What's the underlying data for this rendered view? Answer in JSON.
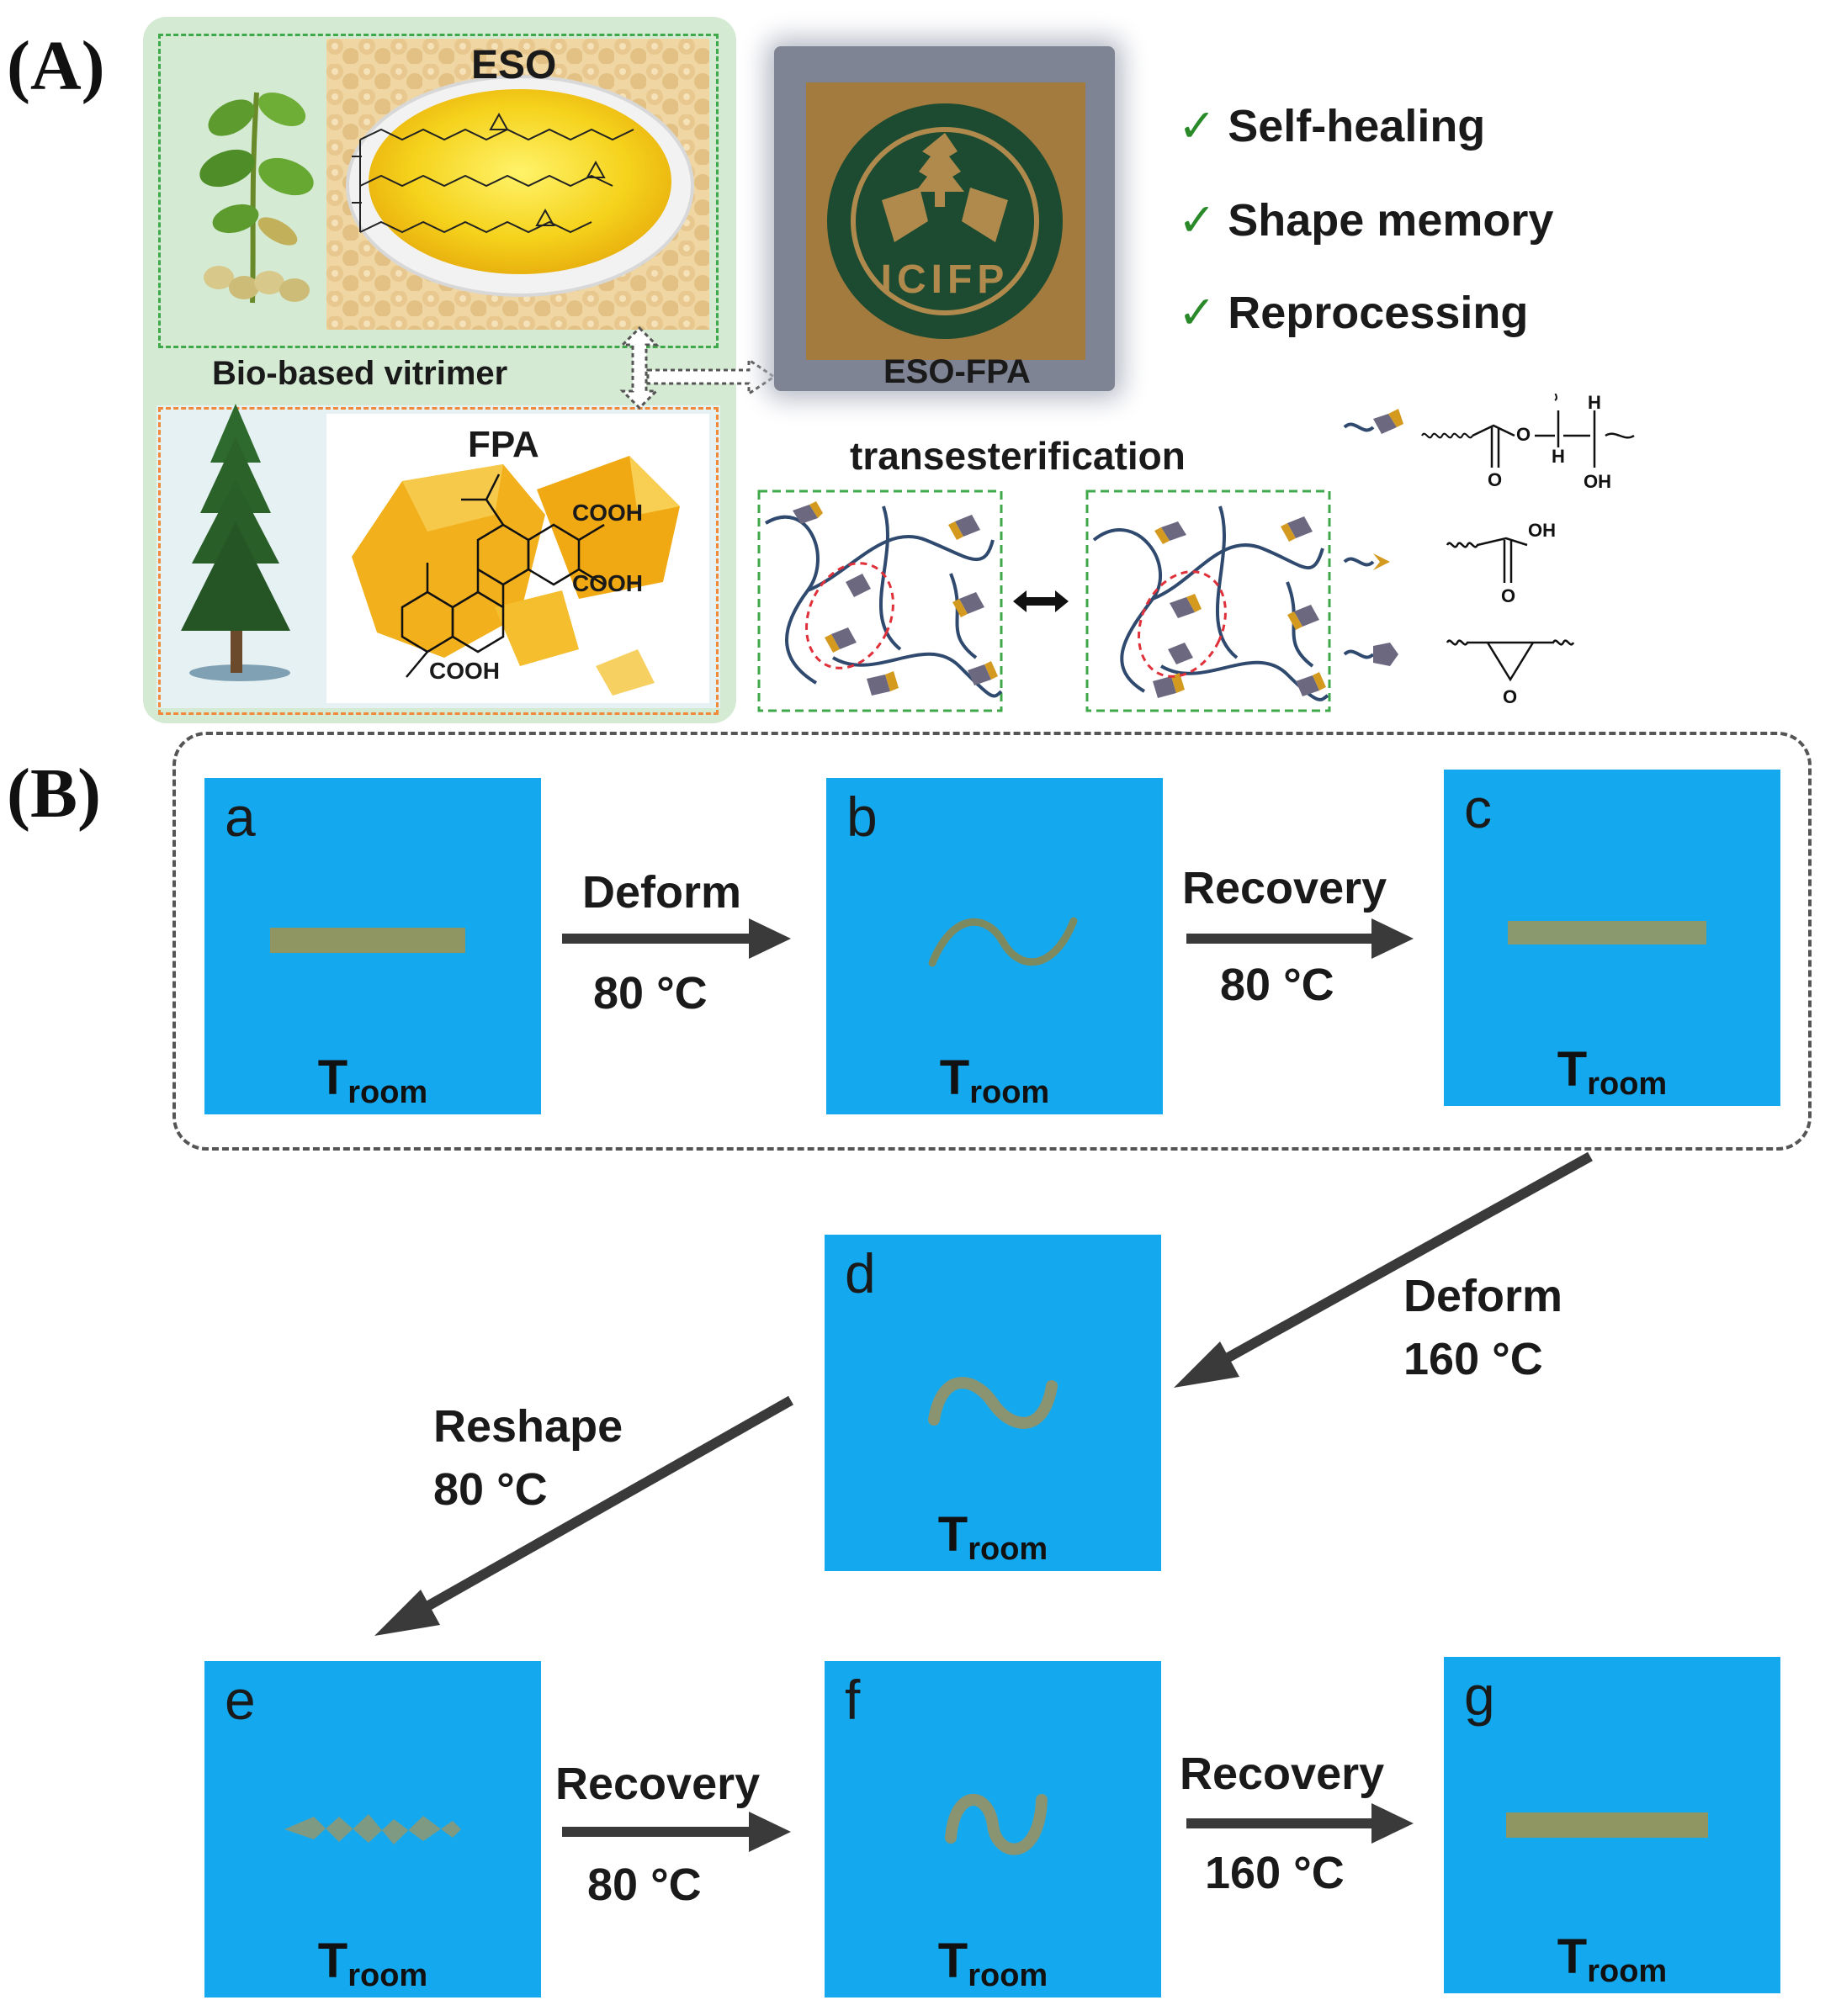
{
  "panel_a": {
    "label": "(A)",
    "eso_label": "ESO",
    "fpa_label": "FPA",
    "biobased_label": "Bio-based vitrimer",
    "product_label": "ESO-FPA",
    "logo_text": "ICIFP",
    "cooh_labels": [
      "COOH",
      "COOH",
      "COOH"
    ],
    "features": [
      "Self-healing",
      "Shape memory",
      "Reprocessing"
    ],
    "mechanism_label": "transesterification",
    "legend_atoms": {
      "O": "O",
      "H": "H",
      "OH": "OH"
    },
    "colors": {
      "left_box_bg": "#cfe8cf",
      "network_line": "#2f4a6e",
      "monomer": "#6b6880",
      "cap": "#d39a1f",
      "dash_green": "#3fa84a",
      "dash_orange": "#f08a3a",
      "dash_red": "#e0303a"
    }
  },
  "panel_b": {
    "label": "(B)",
    "troom_main": "T",
    "troom_sub": "room",
    "photos": [
      {
        "letter": "a"
      },
      {
        "letter": "b"
      },
      {
        "letter": "c"
      },
      {
        "letter": "d"
      },
      {
        "letter": "e"
      },
      {
        "letter": "f"
      },
      {
        "letter": "g"
      }
    ],
    "steps": {
      "ab": {
        "action": "Deform",
        "temp": "80 °C"
      },
      "bc": {
        "action": "Recovery",
        "temp": "80 °C"
      },
      "cd": {
        "action": "Deform",
        "temp": "160 °C"
      },
      "de": {
        "action": "Reshape",
        "temp": "80 °C"
      },
      "ef": {
        "action": "Recovery",
        "temp": "80 °C"
      },
      "fg": {
        "action": "Recovery",
        "temp": "160 °C"
      }
    },
    "colors": {
      "photo_bg": "#14a9ef",
      "sample": "#8a9460",
      "arrow": "#3a3a3a"
    }
  }
}
